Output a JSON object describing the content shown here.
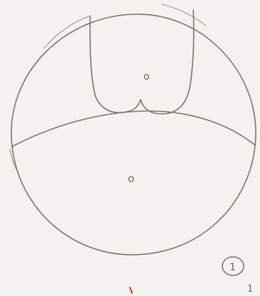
{
  "sketch": {
    "upper_region_label": "o",
    "lower_region_label": "o",
    "figure_number": "1",
    "corner_mark": "1"
  },
  "colors": {
    "paper": "#f4f2ef",
    "pencil": "#7a746c",
    "red_mark": "#c0392b"
  }
}
